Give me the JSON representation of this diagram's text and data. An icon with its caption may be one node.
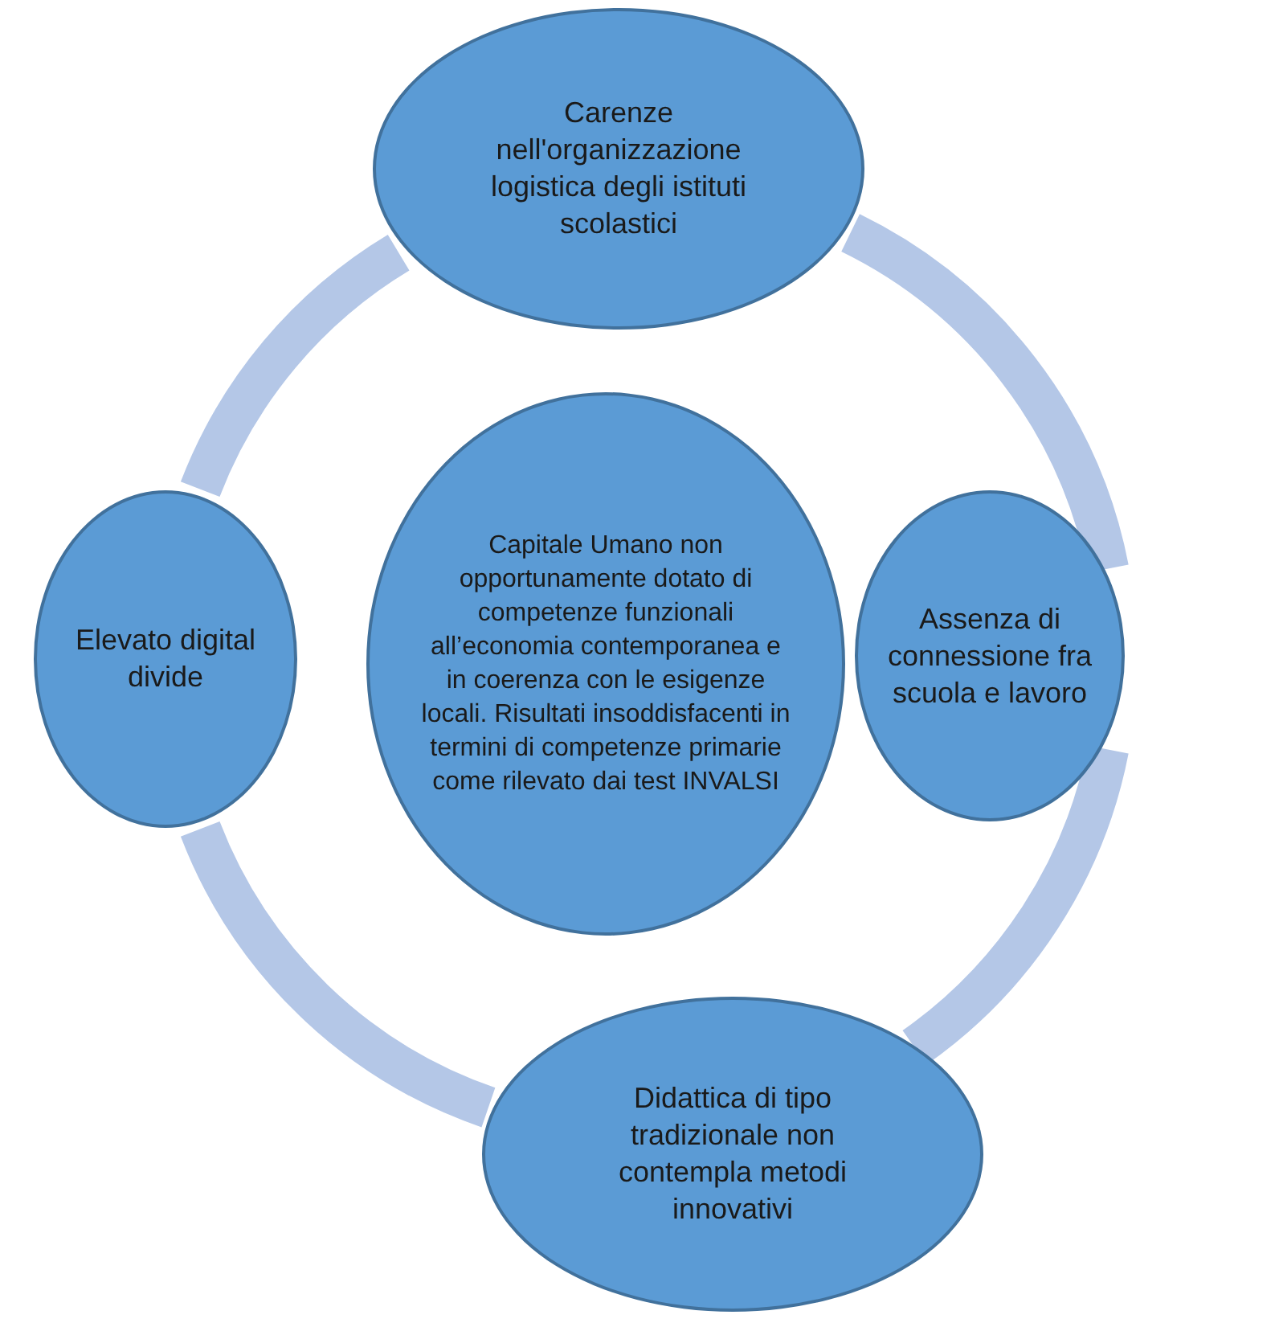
{
  "diagram": {
    "nodes": [
      {
        "text": [
          "Carenze nell'organizzazione logistica degli istituti scolastici"
        ]
      },
      {
        "text": [
          "Elevato digital divide"
        ]
      },
      {
        "text": [
          "Capitale Umano non opportunamente dotato di competenze funzionali all’economia contemporanea e in coerenza con le esigenze locali.  Risultati insoddisfacenti in termini di competenze primarie come rilevato dai test INVALSI"
        ]
      },
      {
        "text": [
          "Assenza di connessione fra scuola e lavoro"
        ]
      },
      {
        "text": [
          "Didattica di tipo tradizionale non contempla metodi innovativi"
        ]
      }
    ],
    "edges": [
      {
        "from": 0,
        "to": 3,
        "arrow": "none"
      },
      {
        "from": 3,
        "to": 4,
        "arrow": "none"
      },
      {
        "from": 4,
        "to": 1,
        "arrow": "none"
      },
      {
        "from": 1,
        "to": 0,
        "arrow": "none"
      }
    ]
  }
}
